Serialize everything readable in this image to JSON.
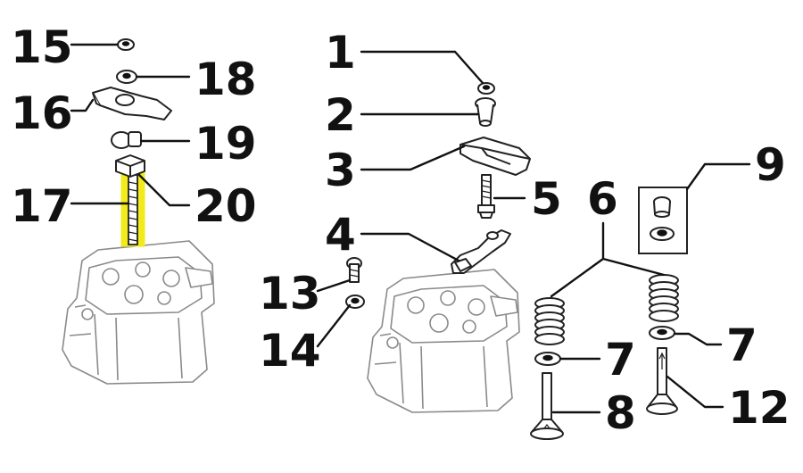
{
  "callouts": {
    "c1": "1",
    "c2": "2",
    "c3": "3",
    "c4": "4",
    "c5": "5",
    "c6": "6",
    "c7a": "7",
    "c7b": "7",
    "c8": "8",
    "c9": "9",
    "c12": "12",
    "c13": "13",
    "c14": "14",
    "c15": "15",
    "c16": "16",
    "c17": "17",
    "c18": "18",
    "c19": "19",
    "c20": "20"
  },
  "highlight_color": "#f2ea1a"
}
